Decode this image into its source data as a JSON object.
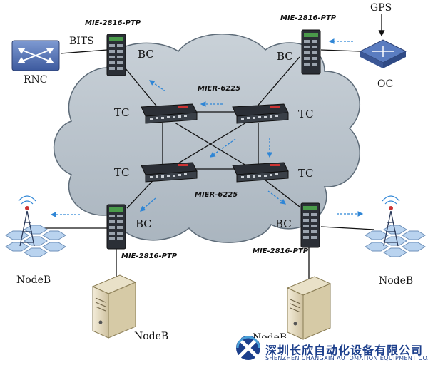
{
  "labels": {
    "gps": "GPS",
    "bits": "BITS",
    "rnc": "RNC",
    "oc": "OC",
    "bc_tl": "BC",
    "bc_tr": "BC",
    "bc_bl": "BC",
    "bc_br": "BC",
    "tc_tl": "TC",
    "tc_tr": "TC",
    "tc_bl": "TC",
    "tc_br": "TC",
    "mie_tl": "MIE-2816-PTP",
    "mie_tr": "MIE-2816-PTP",
    "mie_bl": "MIE-2816-PTP",
    "mie_br": "MIE-2816-PTP",
    "mier_top": "MIER-6225",
    "mier_bottom": "MIER-6225",
    "nodeb_left": "NodeB",
    "nodeb_right": "NodeB",
    "nodeb_server": "NodeB",
    "nodeb_partial": "NodeB"
  },
  "logo": {
    "cn": "深圳长欣自动化设备有限公司",
    "en": "SHENZHEN CHANGXIN AUTOMATION EQUIPMENT CO.,LTD",
    "colors": {
      "primary": "#1c3f8c",
      "accent": "#4aa0d8"
    }
  },
  "colors": {
    "cloud_fill": "#b9c3cc",
    "cloud_stroke": "#5d6b78",
    "link": "#111111",
    "flow_arrow": "#2f86d6",
    "router_body": "#5f7fbf",
    "device_dark": "#2b2f36"
  }
}
